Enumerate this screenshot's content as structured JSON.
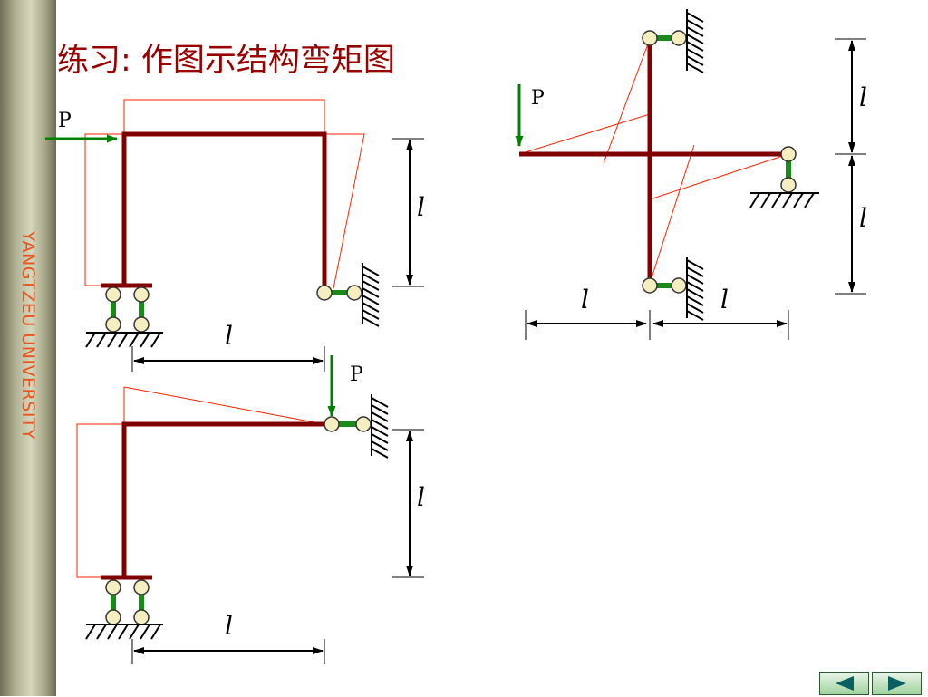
{
  "sidebar": {
    "label": "YANGTZEU  UNIVERSITY"
  },
  "title": "练习: 作图示结构弯矩图",
  "frames": {
    "top_left": {
      "force": "P",
      "dim_vertical": "l",
      "dim_horizontal": "l"
    },
    "bottom_left": {
      "force": "P",
      "dim_vertical": "l",
      "dim_horizontal": "l"
    },
    "right": {
      "force": "P",
      "dim_top": "l",
      "dim_bottom": "l",
      "dim_left": "l",
      "dim_right": "l"
    }
  },
  "colors": {
    "member": "#800000",
    "moment_line": "#ff2200",
    "load_arrow": "#008000",
    "link": "#1a8a1a",
    "title": "#990000",
    "sidebar_text": "#e8541e"
  },
  "nav": {
    "prev_icon": "triangle-left-icon",
    "next_icon": "triangle-right-icon"
  }
}
